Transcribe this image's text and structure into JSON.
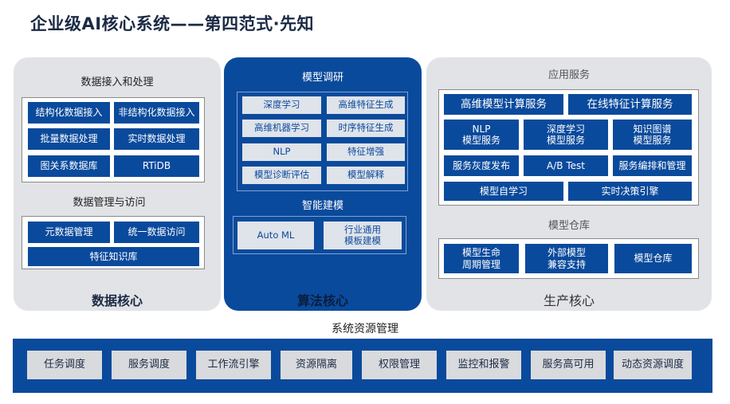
{
  "title": "企业级AI核心系统——第四范式·先知",
  "data_core": {
    "ingest_title": "数据接入和处理",
    "ingest_items": [
      "结构化数据接入",
      "非结构化数据接入",
      "批量数据处理",
      "实时数据处理",
      "图关系数据库",
      "RTiDB"
    ],
    "manage_title": "数据管理与访问",
    "manage_items": [
      "元数据管理",
      "统一数据访问",
      "特征知识库"
    ],
    "core_label": "数据核心"
  },
  "algo_core": {
    "research_title": "模型调研",
    "research_items": [
      "深度学习",
      "高维特征生成",
      "高维机器学习",
      "时序特征生成",
      "NLP",
      "特征增强",
      "模型诊断评估",
      "模型解释"
    ],
    "smart_title": "智能建模",
    "smart_items": [
      "Auto ML",
      "行业通用\n模板建模"
    ],
    "core_label": "算法核心"
  },
  "prod_core": {
    "app_title": "应用服务",
    "app_items": [
      "高维模型计算服务",
      "在线特征计算服务",
      "NLP\n模型服务",
      "深度学习\n模型服务",
      "知识图谱\n模型服务",
      "服务灰度发布",
      "A/B Test",
      "服务编排和管理",
      "模型自学习",
      "实时决策引擎"
    ],
    "warehouse_title": "模型仓库",
    "warehouse_items": [
      "模型生命\n周期管理",
      "外部模型\n兼容支持",
      "模型仓库"
    ],
    "core_label": "生产核心"
  },
  "resource": {
    "title": "系统资源管理",
    "items": [
      "任务调度",
      "服务调度",
      "工作流引擎",
      "资源隔离",
      "权限管理",
      "监控和报警",
      "服务高可用",
      "动态资源调度"
    ]
  },
  "colors": {
    "primary_blue": "#0a4a9c",
    "panel_gray": "#e2e3e6"
  }
}
